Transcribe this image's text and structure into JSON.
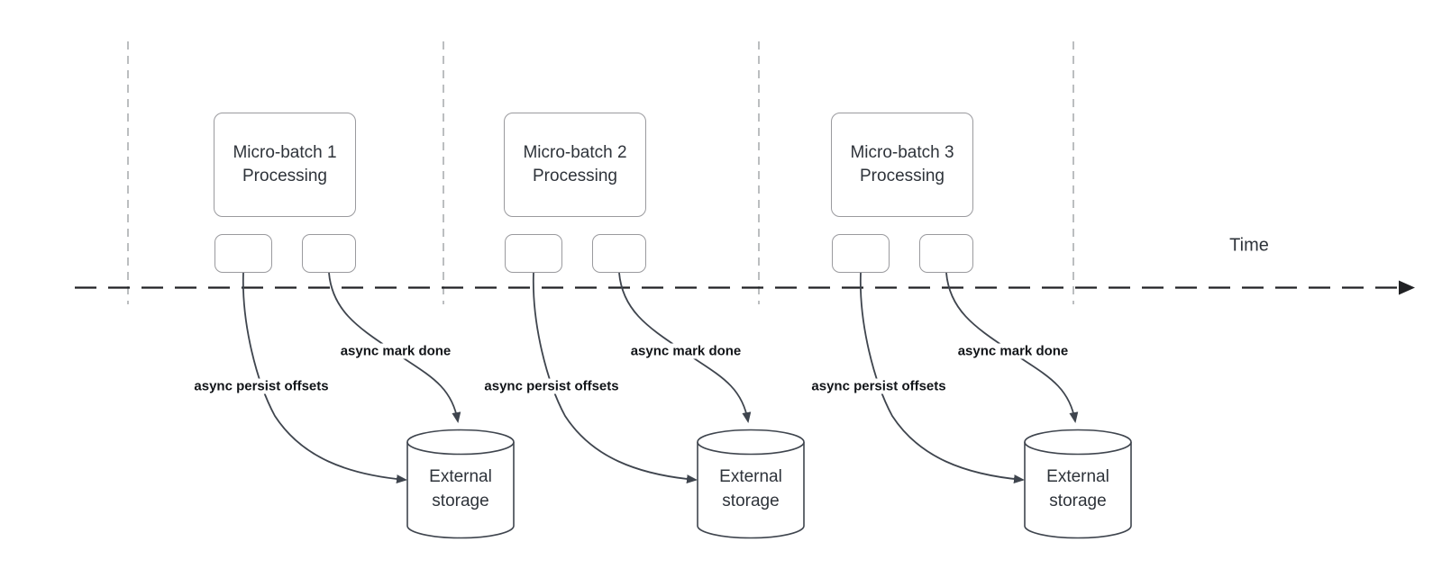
{
  "time_axis": {
    "label": "Time"
  },
  "colors": {
    "box_border": "#9a9a9e",
    "shape_stroke": "#3f454e",
    "timeline": "#202124",
    "guide_line": "#b4b7ba",
    "heading_text": "#2e333a",
    "label_text": "#111418"
  },
  "batches": [
    {
      "title_line1": "Micro-batch 1",
      "title_line2": "Processing",
      "persist_label": "async persist offsets",
      "done_label": "async mark done",
      "storage_line1": "External",
      "storage_line2": "storage"
    },
    {
      "title_line1": "Micro-batch 2",
      "title_line2": "Processing",
      "persist_label": "async persist offsets",
      "done_label": "async mark done",
      "storage_line1": "External",
      "storage_line2": "storage"
    },
    {
      "title_line1": "Micro-batch 3",
      "title_line2": "Processing",
      "persist_label": "async persist offsets",
      "done_label": "async mark done",
      "storage_line1": "External",
      "storage_line2": "storage"
    }
  ]
}
